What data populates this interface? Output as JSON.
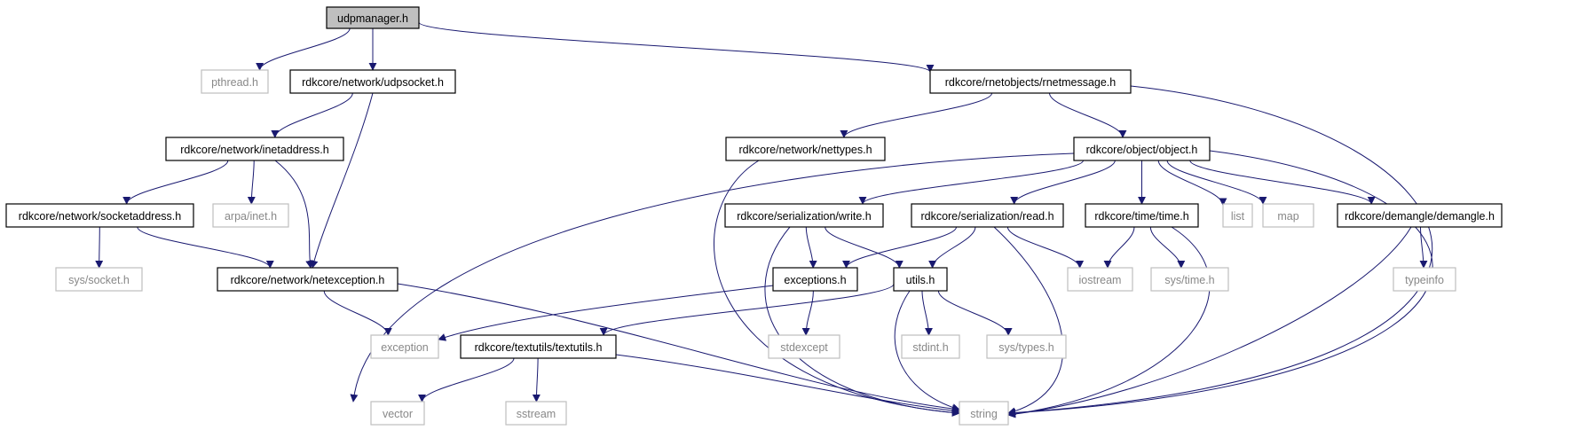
{
  "colors": {
    "edge": "#191970",
    "root_fill": "#bfbfbf",
    "local_border": "#000000",
    "system_border": "#bfbfbf",
    "system_text": "#888888"
  },
  "graph": {
    "nodes": [
      {
        "id": "udpmanager",
        "label": "udpmanager.h",
        "kind": "root"
      },
      {
        "id": "pthread",
        "label": "pthread.h",
        "kind": "system"
      },
      {
        "id": "udpsocket",
        "label": "rdkcore/network/udpsocket.h",
        "kind": "local"
      },
      {
        "id": "rnetmessage",
        "label": "rdkcore/rnetobjects/rnetmessage.h",
        "kind": "local"
      },
      {
        "id": "inetaddress",
        "label": "rdkcore/network/inetaddress.h",
        "kind": "local"
      },
      {
        "id": "nettypes",
        "label": "rdkcore/network/nettypes.h",
        "kind": "local"
      },
      {
        "id": "object",
        "label": "rdkcore/object/object.h",
        "kind": "local"
      },
      {
        "id": "socketaddress",
        "label": "rdkcore/network/socketaddress.h",
        "kind": "local"
      },
      {
        "id": "arpainet",
        "label": "arpa/inet.h",
        "kind": "system"
      },
      {
        "id": "write",
        "label": "rdkcore/serialization/write.h",
        "kind": "local"
      },
      {
        "id": "read",
        "label": "rdkcore/serialization/read.h",
        "kind": "local"
      },
      {
        "id": "time",
        "label": "rdkcore/time/time.h",
        "kind": "local"
      },
      {
        "id": "list",
        "label": "list",
        "kind": "system"
      },
      {
        "id": "map",
        "label": "map",
        "kind": "system"
      },
      {
        "id": "demangle",
        "label": "rdkcore/demangle/demangle.h",
        "kind": "local"
      },
      {
        "id": "syssocket",
        "label": "sys/socket.h",
        "kind": "system"
      },
      {
        "id": "netexception",
        "label": "rdkcore/network/netexception.h",
        "kind": "local"
      },
      {
        "id": "exceptions",
        "label": "exceptions.h",
        "kind": "local"
      },
      {
        "id": "utils",
        "label": "utils.h",
        "kind": "local"
      },
      {
        "id": "iostream",
        "label": "iostream",
        "kind": "system"
      },
      {
        "id": "systime",
        "label": "sys/time.h",
        "kind": "system"
      },
      {
        "id": "typeinfo",
        "label": "typeinfo",
        "kind": "system"
      },
      {
        "id": "exception",
        "label": "exception",
        "kind": "system"
      },
      {
        "id": "textutils",
        "label": "rdkcore/textutils/textutils.h",
        "kind": "local"
      },
      {
        "id": "stdexcept",
        "label": "stdexcept",
        "kind": "system"
      },
      {
        "id": "stdint",
        "label": "stdint.h",
        "kind": "system"
      },
      {
        "id": "systypes",
        "label": "sys/types.h",
        "kind": "system"
      },
      {
        "id": "vector",
        "label": "vector",
        "kind": "system"
      },
      {
        "id": "sstream",
        "label": "sstream",
        "kind": "system"
      },
      {
        "id": "string",
        "label": "string",
        "kind": "system"
      }
    ],
    "edges": [
      {
        "from": "udpmanager",
        "to": "pthread"
      },
      {
        "from": "udpmanager",
        "to": "udpsocket"
      },
      {
        "from": "udpmanager",
        "to": "rnetmessage"
      },
      {
        "from": "udpsocket",
        "to": "inetaddress"
      },
      {
        "from": "udpsocket",
        "to": "netexception"
      },
      {
        "from": "inetaddress",
        "to": "socketaddress"
      },
      {
        "from": "inetaddress",
        "to": "arpainet"
      },
      {
        "from": "inetaddress",
        "to": "netexception"
      },
      {
        "from": "socketaddress",
        "to": "syssocket"
      },
      {
        "from": "socketaddress",
        "to": "netexception"
      },
      {
        "from": "netexception",
        "to": "exception"
      },
      {
        "from": "netexception",
        "to": "string"
      },
      {
        "from": "rnetmessage",
        "to": "nettypes"
      },
      {
        "from": "rnetmessage",
        "to": "object"
      },
      {
        "from": "rnetmessage",
        "to": "string"
      },
      {
        "from": "nettypes",
        "to": "string"
      },
      {
        "from": "object",
        "to": "vector"
      },
      {
        "from": "object",
        "to": "write"
      },
      {
        "from": "object",
        "to": "read"
      },
      {
        "from": "object",
        "to": "time"
      },
      {
        "from": "object",
        "to": "list"
      },
      {
        "from": "object",
        "to": "map"
      },
      {
        "from": "object",
        "to": "demangle"
      },
      {
        "from": "object",
        "to": "string"
      },
      {
        "from": "write",
        "to": "exceptions"
      },
      {
        "from": "write",
        "to": "utils"
      },
      {
        "from": "write",
        "to": "string"
      },
      {
        "from": "read",
        "to": "exceptions"
      },
      {
        "from": "read",
        "to": "utils"
      },
      {
        "from": "read",
        "to": "iostream"
      },
      {
        "from": "read",
        "to": "string"
      },
      {
        "from": "time",
        "to": "iostream"
      },
      {
        "from": "time",
        "to": "systime"
      },
      {
        "from": "time",
        "to": "string"
      },
      {
        "from": "demangle",
        "to": "typeinfo"
      },
      {
        "from": "demangle",
        "to": "string"
      },
      {
        "from": "exceptions",
        "to": "exception"
      },
      {
        "from": "exceptions",
        "to": "stdexcept"
      },
      {
        "from": "utils",
        "to": "textutils"
      },
      {
        "from": "utils",
        "to": "stdint"
      },
      {
        "from": "utils",
        "to": "systypes"
      },
      {
        "from": "utils",
        "to": "string"
      },
      {
        "from": "textutils",
        "to": "vector"
      },
      {
        "from": "textutils",
        "to": "sstream"
      },
      {
        "from": "textutils",
        "to": "string"
      }
    ]
  }
}
